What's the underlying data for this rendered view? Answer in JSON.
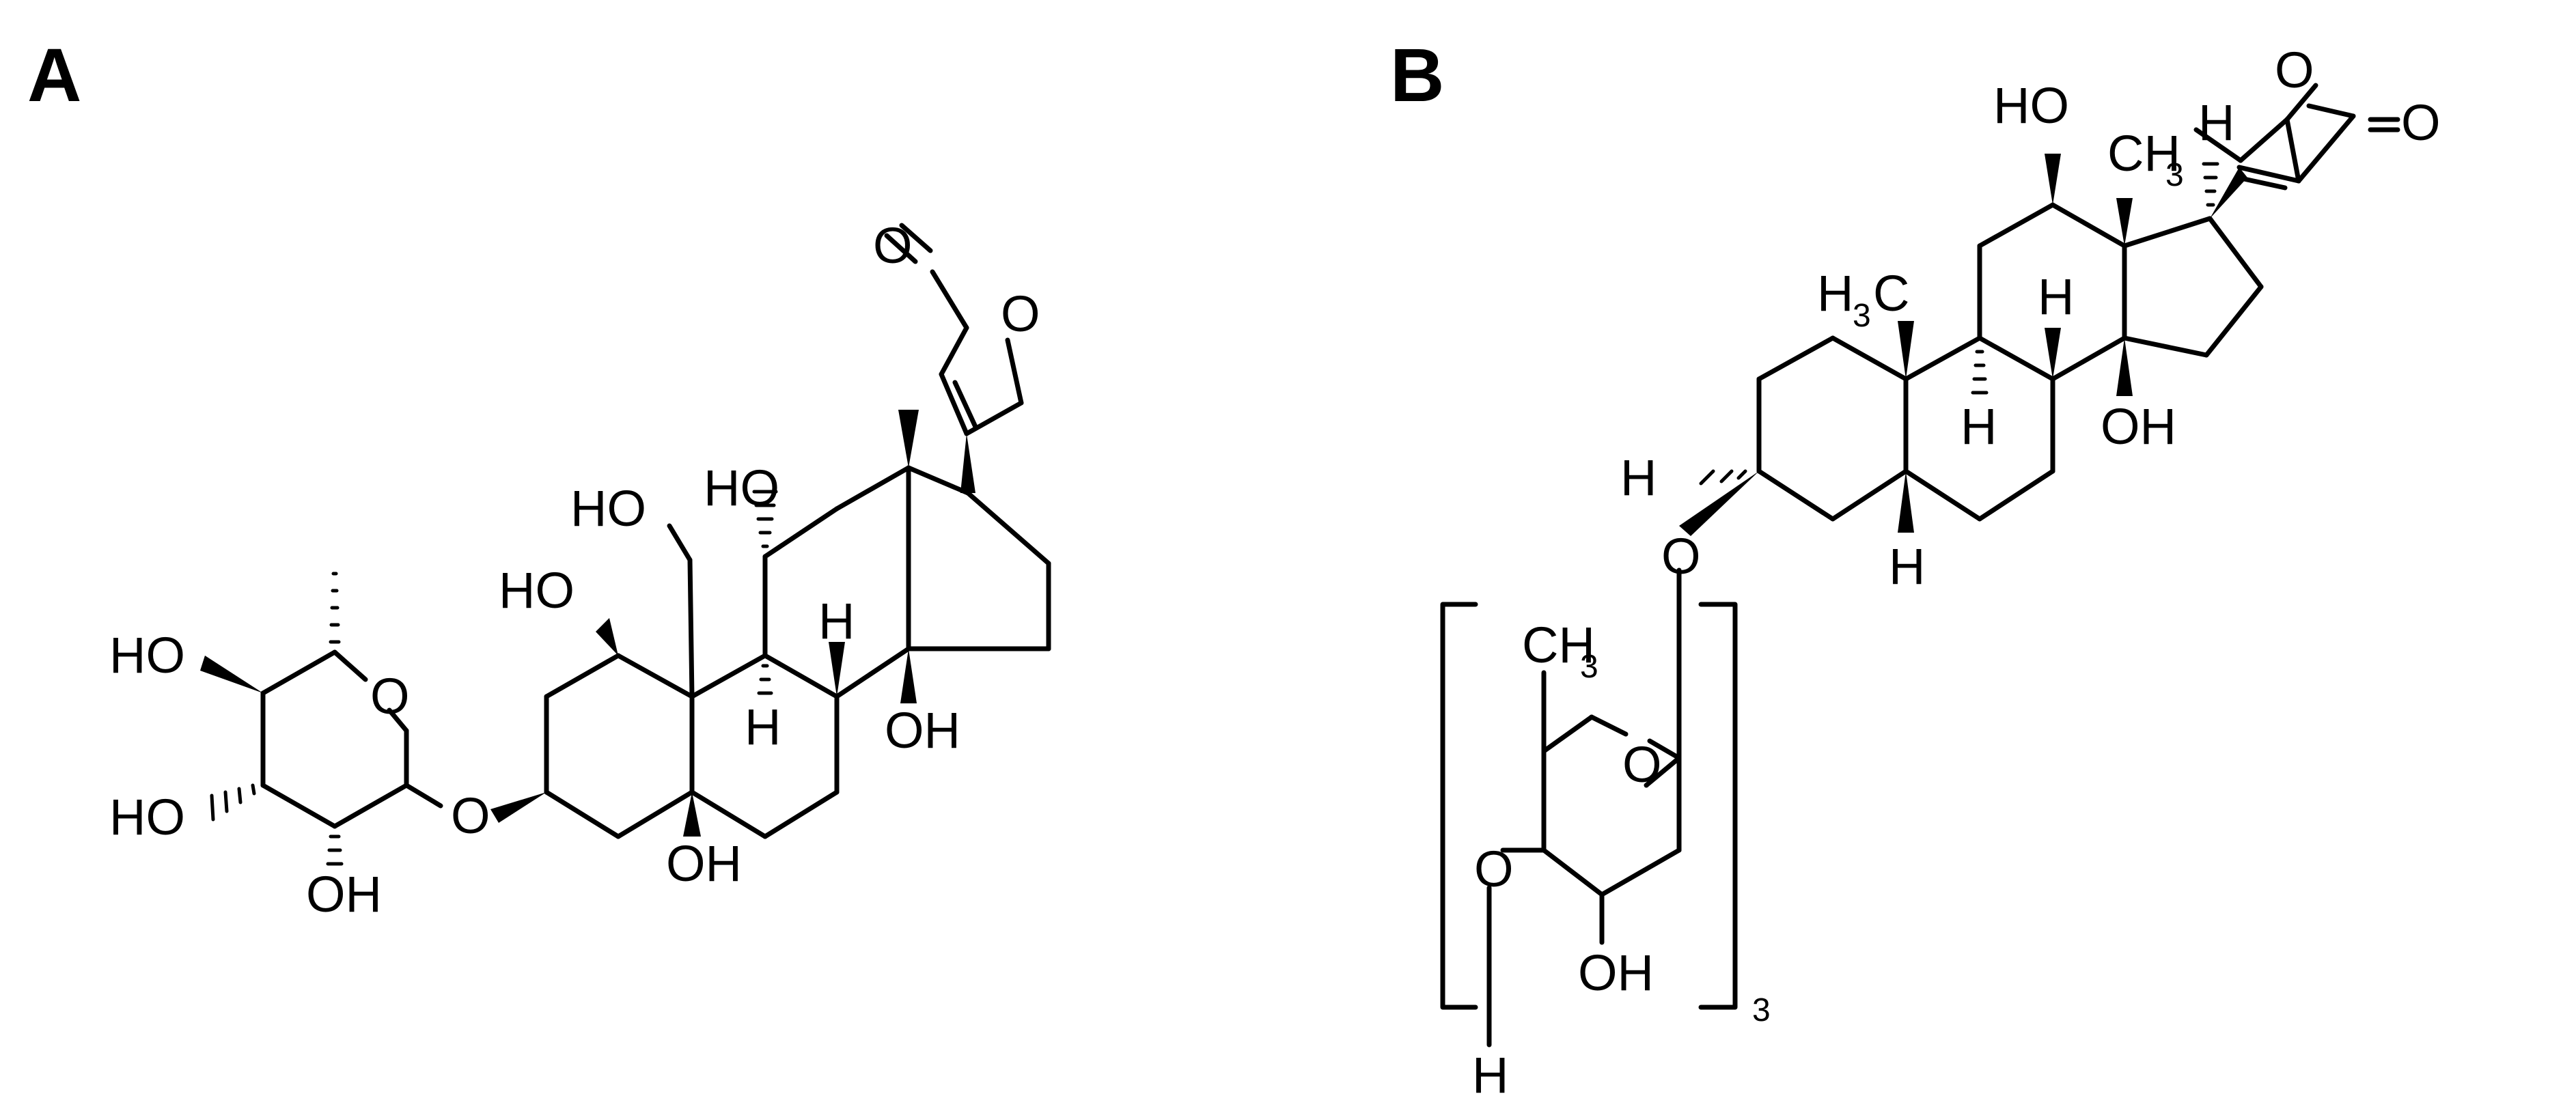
{
  "figure": {
    "panels": [
      {
        "letter": "A",
        "atoms": {
          "lactone_carbonyl_O": "O",
          "lactone_ring_O": "O",
          "ho_c19": "HO",
          "ho_c11": "HO",
          "ho_c1": "HO",
          "ho_sugar_top": "HO",
          "sugar_ring_O": "O",
          "glyco_O": "O",
          "h_c8": "H",
          "h_c9": "H",
          "oh_c14": "OH",
          "ho_sugar_mid": "HO",
          "oh_sugar_bottom": "OH",
          "oh_c5": "OH"
        }
      },
      {
        "letter": "B",
        "atoms": {
          "ho_c12": "HO",
          "lactone_ring_O": "O",
          "lactone_carbonyl_O": "O",
          "h_c17": "H",
          "ch3_c13": "CH",
          "ch3_c13_sub": "3",
          "h3c_c10": "H",
          "h3c_c10_sub": "3",
          "h3c_c10_c": "C",
          "h_c8": "H",
          "h_c9": "H",
          "oh_c14": "OH",
          "h_c3": "H",
          "glyco_O": "O",
          "h_c5": "H",
          "sugar_ch3": "CH",
          "sugar_ch3_sub": "3",
          "sugar_ring_O": "O",
          "sugar_link_O": "O",
          "oh_sugar": "OH",
          "repeat_count": "3",
          "bottom_H": "H"
        }
      }
    ]
  }
}
